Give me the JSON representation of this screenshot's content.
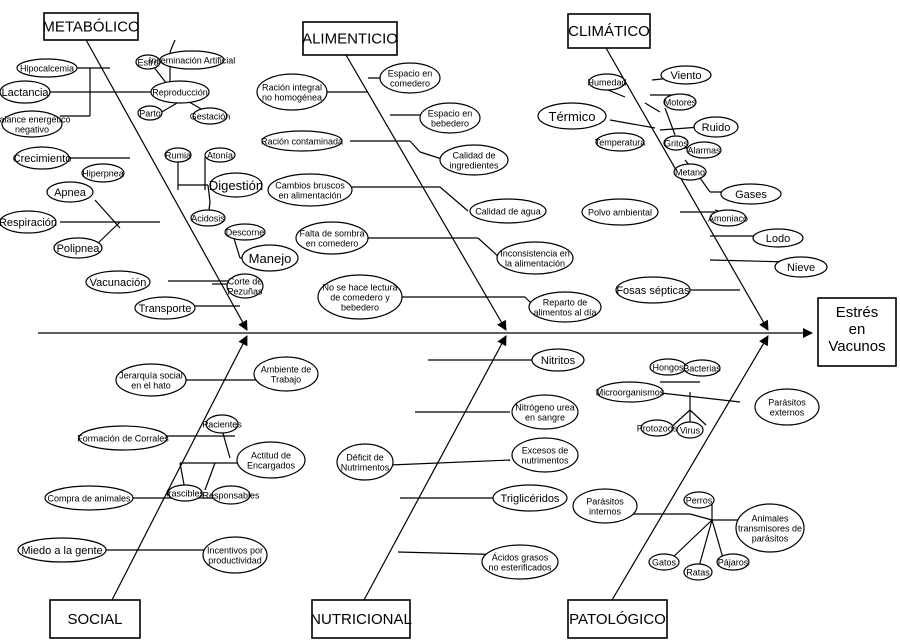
{
  "effect": {
    "lines": [
      "Estrés",
      "en",
      "Vacunos"
    ]
  },
  "categories": {
    "metabolico": "METABÓLICO",
    "alimenticio": "ALIMENTICIO",
    "climatico": "CLIMÁTICO",
    "social": "SOCIAL",
    "nutricional": "NUTRICIONAL",
    "patologico": "PATOLÓGICO"
  },
  "nodes": {
    "hipocalcemia": [
      "Hipocalcemia"
    ],
    "lactancia": [
      "Lactancia"
    ],
    "balance": [
      "Balance energético",
      "negativo"
    ],
    "estro": [
      "Estro"
    ],
    "insem": [
      "Inseminación Artificial"
    ],
    "reproduccion": [
      "Reproducción"
    ],
    "parto": [
      "Parto"
    ],
    "gestacion": [
      "Gestación"
    ],
    "crecimiento": [
      "Crecimiento"
    ],
    "hiperpnea": [
      "Hiperpnea"
    ],
    "rumia": [
      "Rumia"
    ],
    "atonia": [
      "Atonía"
    ],
    "digestion": [
      "Digestión"
    ],
    "apnea": [
      "Apnea"
    ],
    "respiracion": [
      "Respiración"
    ],
    "acidosis": [
      "Acidosis"
    ],
    "polipnea": [
      "Polipnea"
    ],
    "descorne": [
      "Descorne"
    ],
    "manejo": [
      "Manejo"
    ],
    "vacunacion": [
      "Vacunación"
    ],
    "pezunas": [
      "Corte de",
      "Pezuñas"
    ],
    "transporte": [
      "Transporte"
    ],
    "racion_integral": [
      "Ración integral",
      "no homogénea"
    ],
    "espacio_comedero": [
      "Espacio en",
      "comedero"
    ],
    "espacio_bebedero": [
      "Espacio en",
      "bebedero"
    ],
    "racion_contaminada": [
      "Ración contaminada"
    ],
    "calidad_ingredientes": [
      "Calidad de",
      "ingredientes"
    ],
    "cambios_bruscos": [
      "Cambios bruscos",
      "en alimentación"
    ],
    "calidad_agua": [
      "Calidad de agua"
    ],
    "falta_sombra": [
      "Falta de sombra",
      "en comedero"
    ],
    "inconsistencia": [
      "Inconsistencia en",
      "la alimentación"
    ],
    "lectura": [
      "No se hace lectura",
      "de comedero y",
      "bebedero"
    ],
    "reparto": [
      "Reparto de",
      "alimentos al día"
    ],
    "viento": [
      "Viento"
    ],
    "humedad": [
      "Humedad"
    ],
    "termico": [
      "Térmico"
    ],
    "temperatura": [
      "Temperatura"
    ],
    "motores": [
      "Motores"
    ],
    "ruido": [
      "Ruido"
    ],
    "gritos": [
      "Gritos"
    ],
    "alarmas": [
      "Alarmas"
    ],
    "metano": [
      "Metano"
    ],
    "gases": [
      "Gases"
    ],
    "polvo": [
      "Polvo ambiental"
    ],
    "amoniaco": [
      "Amoniaco"
    ],
    "lodo": [
      "Lodo"
    ],
    "nieve": [
      "Nieve"
    ],
    "fosas": [
      "Fosas sépticas"
    ],
    "jerarquia": [
      "Jerarquía social",
      "en el hato"
    ],
    "ambiente_trabajo": [
      "Ambiente de",
      "Trabajo"
    ],
    "pacientes": [
      "Pacientes"
    ],
    "formacion_corrales": [
      "Formación de Corrales"
    ],
    "actitud": [
      "Actitud de",
      "Encargados"
    ],
    "irascibles": [
      "Irascibles"
    ],
    "responsables": [
      "Responsables"
    ],
    "compra": [
      "Compra de animales"
    ],
    "miedo": [
      "Miedo a la gente"
    ],
    "incentivos": [
      "Incentivos por",
      "productividad"
    ],
    "nitritos": [
      "Nitritos"
    ],
    "nitrogeno": [
      "Nitrógeno urea",
      "en sangre"
    ],
    "deficit": [
      "Déficit de",
      "Nutrimentos"
    ],
    "excesos": [
      "Excesos de",
      "nutrimentos"
    ],
    "trigliceridos": [
      "Triglicéridos"
    ],
    "acidos": [
      "Ácidos grasos",
      "no esterificados"
    ],
    "hongos": [
      "Hongos"
    ],
    "bacterias": [
      "Bacterias"
    ],
    "microorganismos": [
      "Microorganismos"
    ],
    "parasitos_ext": [
      "Parásitos",
      "externos"
    ],
    "protozoos": [
      "Protozoos"
    ],
    "virus": [
      "Virus"
    ],
    "parasitos_int": [
      "Parásitos",
      "internos"
    ],
    "perros": [
      "Perros"
    ],
    "animales_trans": [
      "Animales",
      "transmisores de",
      "parásitos"
    ],
    "gatos": [
      "Gatos"
    ],
    "ratas": [
      "Ratas"
    ],
    "pajaros": [
      "Pájaros"
    ]
  }
}
